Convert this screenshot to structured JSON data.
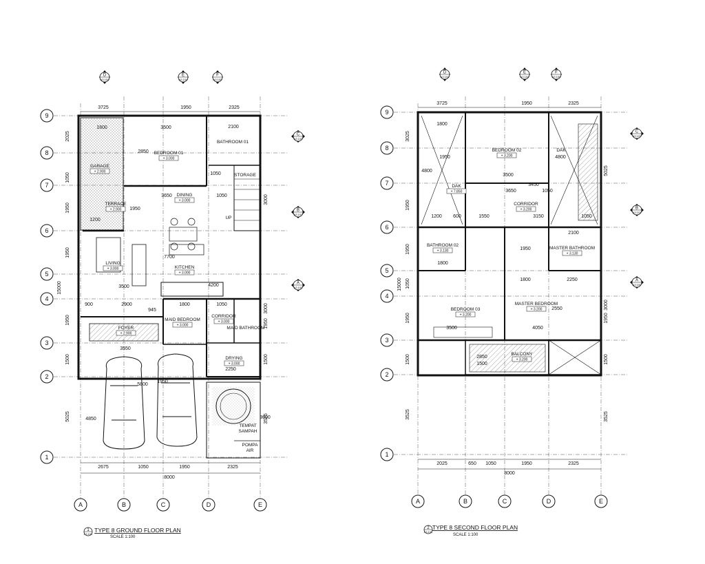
{
  "drawings": [
    {
      "title": "TYPE 8 GROUND FLOOR PLAN",
      "scale": "SCALE  1:100",
      "number": "1",
      "sheet": "A3 101",
      "grid_cols": [
        "A",
        "B",
        "C",
        "D",
        "E"
      ],
      "grid_rows": [
        "1",
        "2",
        "3",
        "4",
        "5",
        "6",
        "7",
        "8",
        "9"
      ],
      "section_top": [
        {
          "letter": "D",
          "sheet": "A3 104"
        },
        {
          "letter": "E",
          "sheet": "A3 104"
        },
        {
          "letter": "F",
          "sheet": "A3 105"
        }
      ],
      "section_right": [
        {
          "letter": "C",
          "sheet": "A3 103"
        },
        {
          "letter": "B",
          "sheet": "A3 101"
        },
        {
          "letter": "A",
          "sheet": "A3 100"
        }
      ],
      "top_dims": [
        "3725",
        "1950",
        "2325"
      ],
      "bottom_dims": [
        "2675",
        "1050",
        "1950",
        "2325"
      ],
      "total_width": "8000",
      "left_dims": [
        "2025",
        "1050",
        "1950",
        "1950",
        "1950",
        "1500",
        "5025"
      ],
      "left_total": "15000",
      "right_dims": [
        "3000",
        "3000",
        "1950",
        "1500",
        "3525"
      ],
      "rooms": [
        {
          "name": "BEDROOM 01",
          "level": "+ 3.000"
        },
        {
          "name": "BATHROOM 01",
          "level": ""
        },
        {
          "name": "GARAGE",
          "level": "+ 2.900"
        },
        {
          "name": "STORAGE",
          "level": ""
        },
        {
          "name": "DINING",
          "level": "+ 3.000"
        },
        {
          "name": "TERRACE",
          "level": "+ 2.900"
        },
        {
          "name": "LIVING",
          "level": "+ 3.000"
        },
        {
          "name": "KITCHEN",
          "level": "+ 3.000"
        },
        {
          "name": "MAID BEDROOM",
          "level": "+ 3.000"
        },
        {
          "name": "CORRIDOR",
          "level": "+ 3.000"
        },
        {
          "name": "MAID BATHROOM",
          "level": ""
        },
        {
          "name": "FOYER",
          "level": "+ 2.900"
        },
        {
          "name": "DRYING",
          "level": "+ 3.000"
        }
      ],
      "inner_dims": [
        "1800",
        "3500",
        "2100",
        "2850",
        "1050",
        "3650",
        "1050",
        "1950",
        "1200",
        "7700",
        "3500",
        "4200",
        "900",
        "2900",
        "1800",
        "1050",
        "3550",
        "945",
        "5800",
        "4850",
        "2250",
        "1950",
        "3600"
      ],
      "labels": [
        "UP",
        "TEMPAT SAMPAH",
        "POMPA AIR"
      ]
    },
    {
      "title": "TYPE 8 SECOND FLOOR PLAN",
      "scale": "SCALE  1:100",
      "number": "2",
      "sheet": "A3 101",
      "grid_cols": [
        "A",
        "B",
        "C",
        "D",
        "E"
      ],
      "grid_rows": [
        "1",
        "2",
        "3",
        "4",
        "5",
        "6",
        "7",
        "8",
        "9"
      ],
      "section_top": [
        {
          "letter": "D",
          "sheet": "A3 104"
        },
        {
          "letter": "E",
          "sheet": "A3 104"
        },
        {
          "letter": "F",
          "sheet": "A3 105"
        }
      ],
      "section_right": [
        {
          "letter": "C",
          "sheet": "A3 103"
        },
        {
          "letter": "B",
          "sheet": "A3 101"
        },
        {
          "letter": "A",
          "sheet": "A3 100"
        }
      ],
      "top_dims": [
        "3725",
        "1950",
        "2325"
      ],
      "bottom_dims": [
        "2025",
        "650",
        "1050",
        "1950",
        "2325"
      ],
      "total_width": "8000",
      "left_dims": [
        "3025",
        "1950",
        "1950",
        "1050",
        "1950",
        "1500",
        "3525"
      ],
      "left_total": "15000",
      "right_dims": [
        "5025",
        "3000",
        "1950",
        "1500",
        "3525"
      ],
      "rooms": [
        {
          "name": "BEDROOM 02",
          "level": "+ 3.200"
        },
        {
          "name": "DAK",
          "level": "+ 7.850"
        },
        {
          "name": "DAK",
          "level": ""
        },
        {
          "name": "CORRIDOR",
          "level": "+ 3.200"
        },
        {
          "name": "BATHROOM 02",
          "level": "+ 3.130"
        },
        {
          "name": "MASTER BATHROOM",
          "level": "+ 3.130"
        },
        {
          "name": "BEDROOM 03",
          "level": "+ 3.200"
        },
        {
          "name": "MASTER BEDROOM",
          "level": "+ 3.200"
        },
        {
          "name": "BALCONY",
          "level": "+ 3.200"
        }
      ],
      "inner_dims": [
        "1800",
        "1950",
        "4800",
        "3500",
        "3650",
        "1050",
        "3450",
        "4800",
        "1200",
        "600",
        "1550",
        "3150",
        "1050",
        "2100",
        "1800",
        "1800",
        "2250",
        "1950",
        "4050",
        "3500",
        "2550",
        "2850",
        "1500"
      ],
      "labels": []
    }
  ]
}
